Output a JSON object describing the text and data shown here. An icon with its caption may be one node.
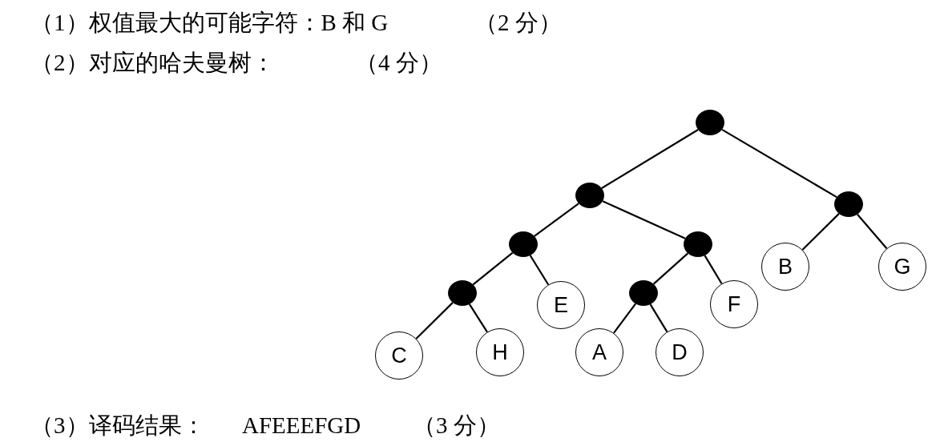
{
  "diagram": {
    "nodes": [
      {
        "text": [],
        "shape": "circle"
      },
      {
        "text": [],
        "shape": "circle"
      },
      {
        "text": [],
        "shape": "circle"
      },
      {
        "text": [],
        "shape": "circle"
      },
      {
        "text": [],
        "shape": "circle"
      },
      {
        "text": [
          "B"
        ]
      },
      {
        "text": [
          "G"
        ]
      },
      {
        "text": [],
        "shape": "circle"
      },
      {
        "text": [
          "E"
        ]
      },
      {
        "text": [],
        "shape": "circle"
      },
      {
        "text": [
          "F"
        ]
      },
      {
        "text": [
          "C"
        ]
      },
      {
        "text": [
          "H"
        ]
      },
      {
        "text": [
          "A"
        ]
      },
      {
        "text": [
          "D"
        ]
      }
    ],
    "edges": [
      {
        "from": 0,
        "to": 1,
        "arrow": "none"
      },
      {
        "from": 0,
        "to": 2,
        "arrow": "none"
      },
      {
        "from": 1,
        "to": 3,
        "arrow": "none"
      },
      {
        "from": 1,
        "to": 4,
        "arrow": "none"
      },
      {
        "from": 2,
        "to": 5,
        "arrow": "none"
      },
      {
        "from": 2,
        "to": 6,
        "arrow": "none"
      },
      {
        "from": 3,
        "to": 7,
        "arrow": "none"
      },
      {
        "from": 3,
        "to": 8,
        "arrow": "none"
      },
      {
        "from": 4,
        "to": 9,
        "arrow": "none"
      },
      {
        "from": 4,
        "to": 10,
        "arrow": "none"
      },
      {
        "from": 7,
        "to": 11,
        "arrow": "none"
      },
      {
        "from": 7,
        "to": 12,
        "arrow": "none"
      },
      {
        "from": 9,
        "to": 13,
        "arrow": "none"
      },
      {
        "from": 9,
        "to": 14,
        "arrow": "none"
      }
    ],
    "labels": [
      "（1）权值最大的可能字符：B 和 G",
      "（2 分）",
      "（2）对应的哈夫曼树：",
      "（4 分）",
      "（3）译码结果：",
      "AFEEEFGD",
      "（3 分）"
    ]
  }
}
